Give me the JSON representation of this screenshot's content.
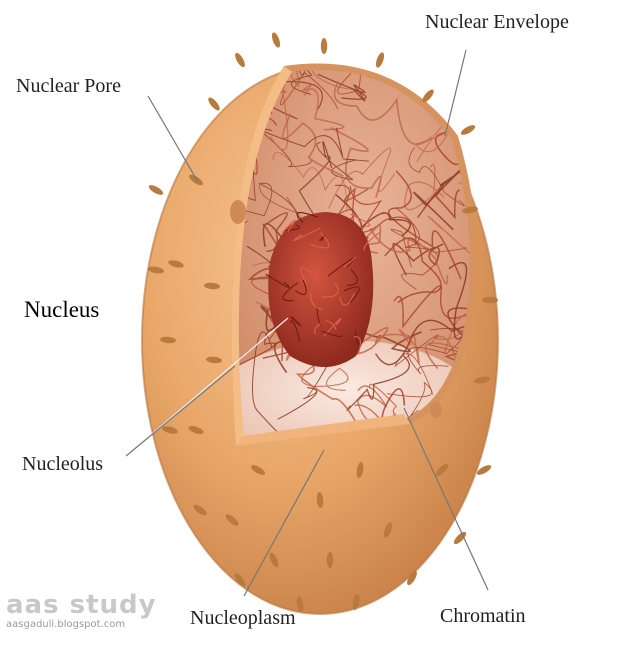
{
  "diagram": {
    "title": "Nucleus",
    "labels": {
      "nuclear_envelope": "Nuclear Envelope",
      "nuclear_pore": "Nuclear Pore",
      "nucleolus": "Nucleolus",
      "nucleoplasm": "Nucleoplasm",
      "chromatin": "Chromatin"
    },
    "colors": {
      "envelope": "#e9a86a",
      "envelope_shadow": "#c88148",
      "pore": "#b97a3e",
      "chromatin": "#a8452c",
      "nucleolus": "#b8352a",
      "nucleoplasm": "#f2d6c9",
      "leader_line": "#777777"
    }
  },
  "watermark": {
    "main": "aas study",
    "sub": "aasgaduli.blogspot.com"
  }
}
